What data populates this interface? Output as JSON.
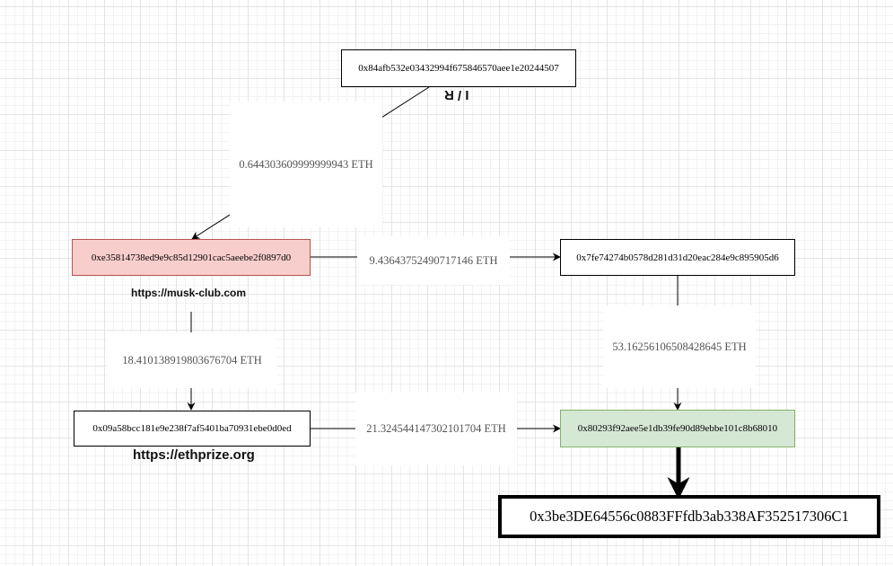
{
  "nodes": {
    "top": "0x84afb532e03432994f675846570aee1e20244507",
    "red": "0xe35814738ed9e9c85d12901cac5aeebe2f0897d0",
    "right": "0x7fe74274b0578d281d31d20eac284e9c895905d6",
    "left_bottom": "0x09a58bcc181e9e238f7af5401ba70931ebe0d0ed",
    "green": "0x80293f92aee5e1db39fe90d89ebbe101c8b68010",
    "final": "0x3be3DE64556c0883FFfdb3ab338AF352517306C1"
  },
  "edges": {
    "top_to_red": "0.644303609999999943 ETH",
    "red_to_right": "9.43643752490717146 ETH",
    "red_to_left_bottom": "18.410138919803676704 ETH",
    "right_to_green": "53.16256106508428645 ETH",
    "left_bottom_to_green": "21.324544147302101704 ETH"
  },
  "notes": {
    "flipped_mark": "I / R",
    "musk_site": "https://musk-club.com",
    "ethprize_site": "https://ethprize.org"
  },
  "colors": {
    "red_fill": "#f8cecc",
    "red_border": "#b85450",
    "green_fill": "#d5e8d4",
    "green_border": "#82b366"
  }
}
